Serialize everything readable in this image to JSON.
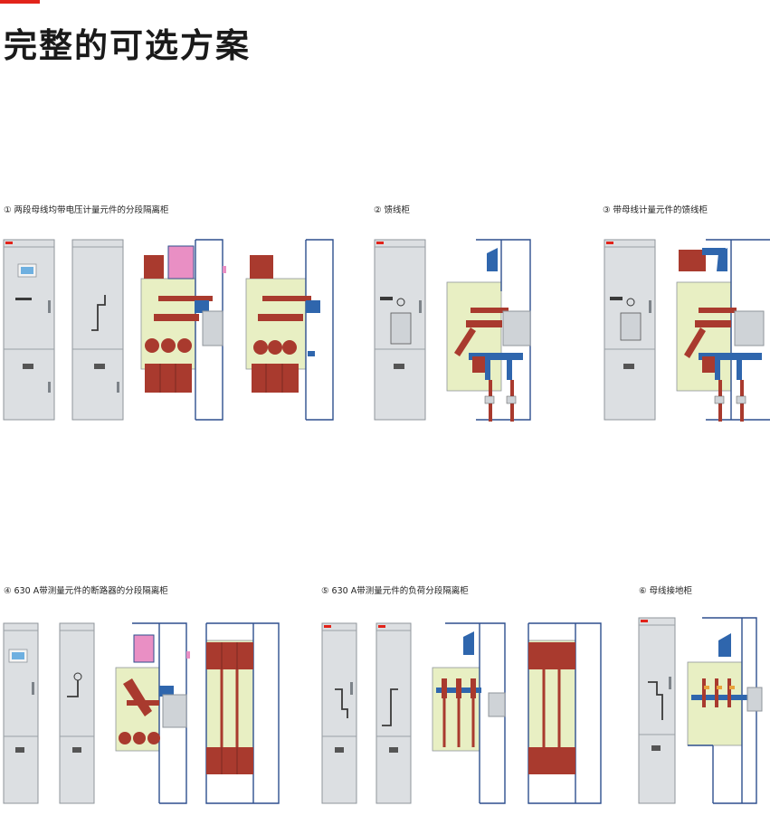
{
  "header": {
    "title": "完整的可选方案",
    "accent_color": "#e2231a"
  },
  "colors": {
    "cabinet_gray": "#dcdfe2",
    "cabinet_edge": "#8f959b",
    "compartment_fill": "#e8efc3",
    "conductor_red": "#a93a2e",
    "busbar_blue": "#2f66ad",
    "insulator_pink": "#e98fc4",
    "frame_blue": "#2e4f8e"
  },
  "configurations": [
    {
      "caption": "① 两段母线均带电压计量元件的分段隔离柜"
    },
    {
      "caption": "② 馈线柜"
    },
    {
      "caption": "③ 带母线计量元件的馈线柜"
    },
    {
      "caption": "④ 630 A带测量元件的断路器的分段隔离柜"
    },
    {
      "caption": "⑤ 630 A带测量元件的负荷分段隔离柜"
    },
    {
      "caption": "⑥ 母线接地柜"
    }
  ]
}
